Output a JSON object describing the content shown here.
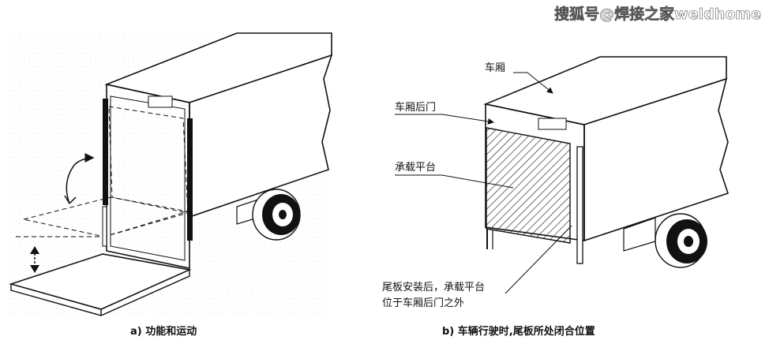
{
  "watermark": "搜狐号@焊接之家weldhome",
  "figure_a": {
    "caption": "a)  功能和运动"
  },
  "figure_b": {
    "caption": "b)  车辆行驶时,尾板所处闭合位置",
    "labels": {
      "compartment": "车厢",
      "rear_door": "车厢后门",
      "platform": "承载平台",
      "note_line1": "尾板安装后，承载平台",
      "note_line2": "位于车厢后门之外"
    }
  }
}
